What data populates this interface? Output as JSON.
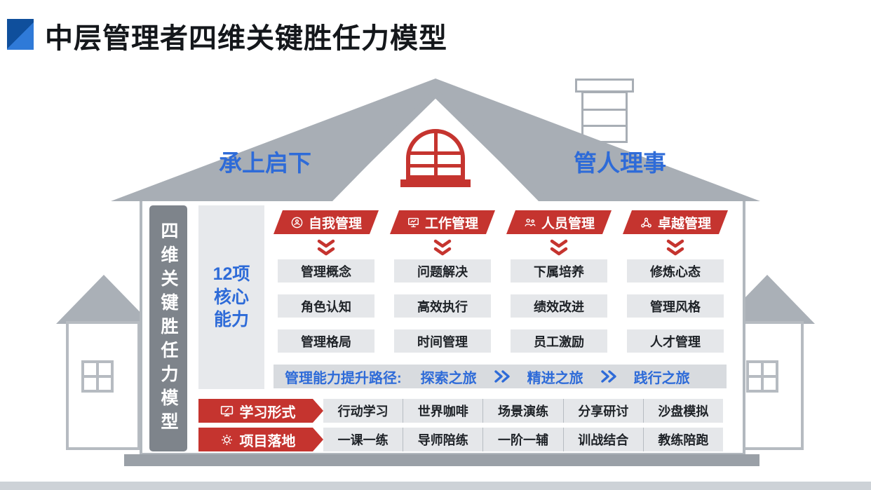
{
  "title": "中层管理者四维关键胜任力模型",
  "roof": {
    "left_label": "承上启下",
    "right_label": "管人理事"
  },
  "left_bar": {
    "label": "四维关键胜任力模型"
  },
  "core": {
    "lines": [
      "12项",
      "核心",
      "能力"
    ]
  },
  "columns": [
    {
      "header": "自我管理",
      "icon": "self-management-icon",
      "items": [
        "管理概念",
        "角色认知",
        "管理格局"
      ]
    },
    {
      "header": "工作管理",
      "icon": "work-management-icon",
      "items": [
        "问题解决",
        "高效执行",
        "时间管理"
      ]
    },
    {
      "header": "人员管理",
      "icon": "people-management-icon",
      "items": [
        "下属培养",
        "绩效改进",
        "员工激励"
      ]
    },
    {
      "header": "卓越管理",
      "icon": "excellence-management-icon",
      "items": [
        "修炼心态",
        "管理风格",
        "人才管理"
      ]
    }
  ],
  "path": {
    "label": "管理能力提升路径:",
    "stages": [
      "探索之旅",
      "精进之旅",
      "践行之旅"
    ]
  },
  "bottom_rows": [
    {
      "label": "学习形式",
      "icon": "learning-format-icon",
      "items": [
        "行动学习",
        "世界咖啡",
        "场景演练",
        "分享研讨",
        "沙盘模拟"
      ]
    },
    {
      "label": "项目落地",
      "icon": "project-landing-icon",
      "items": [
        "一课一练",
        "导师陪练",
        "一阶一辅",
        "训战结合",
        "教练陪跑"
      ]
    }
  ],
  "colors": {
    "brand_red": "#c5342f",
    "brand_blue": "#2e6bd8",
    "roof_gray": "#a8aeb5",
    "dark_bar_gray": "#7e848b",
    "box_gray": "#e5e7ea",
    "title_color": "#14171b"
  }
}
